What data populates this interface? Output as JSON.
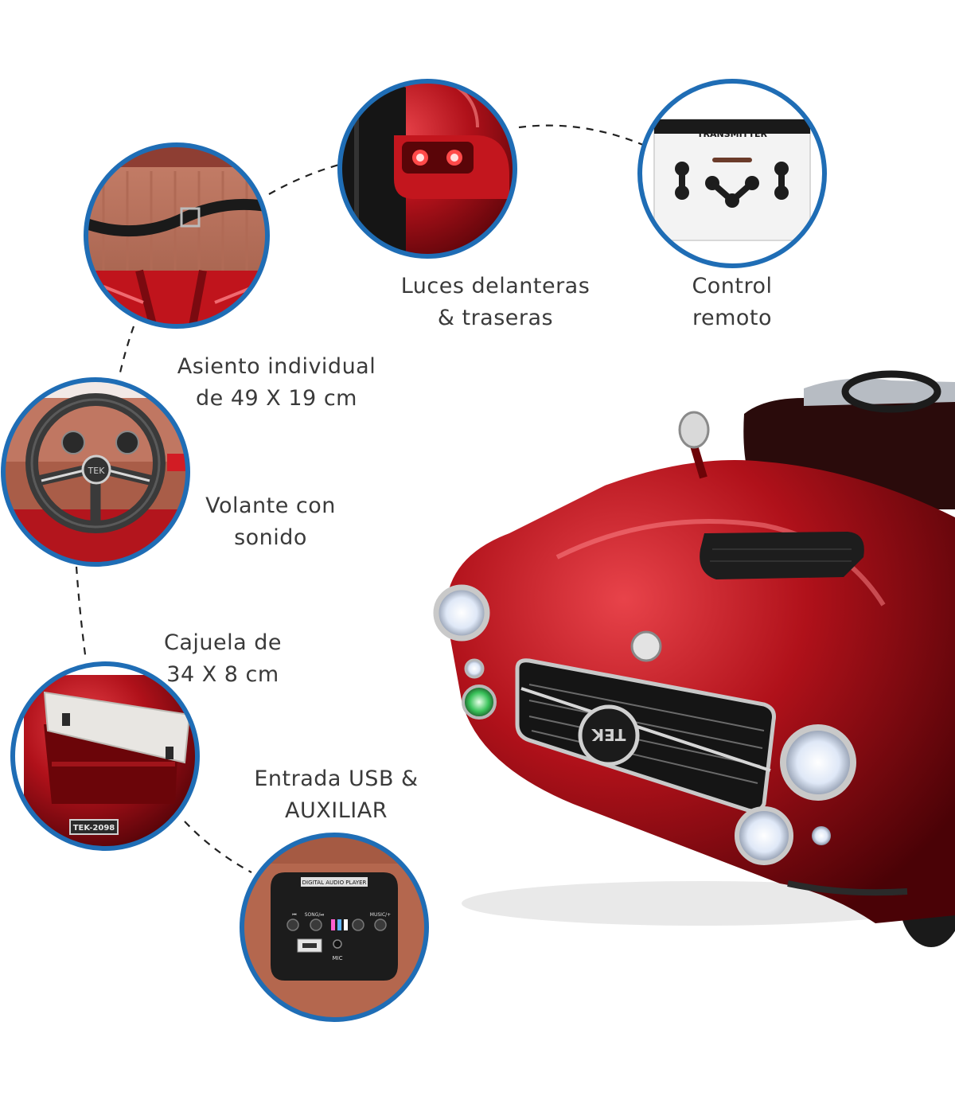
{
  "features": [
    {
      "id": "lights",
      "line1": "Luces delanteras",
      "line2": "& traseras"
    },
    {
      "id": "remote",
      "line1": "Control",
      "line2": "remoto"
    },
    {
      "id": "seat",
      "line1": "Asiento individual",
      "line2": "de 49 X 19 cm"
    },
    {
      "id": "wheel",
      "line1": "Volante con",
      "line2": "sonido"
    },
    {
      "id": "trunk",
      "line1": "Cajuela de",
      "line2": "34 X 8 cm"
    },
    {
      "id": "usb",
      "line1": "Entrada USB &",
      "line2": "AUXILIAR"
    }
  ],
  "photo_text": {
    "transmitter": "TRANSMITTER",
    "badge": "TEK",
    "plate": "TEK-2098",
    "player_title": "DIGITAL AUDIO PLAYER",
    "song_label": "SONG/⏯",
    "music_label": "MUSIC/+",
    "mic_label": "MIC"
  },
  "colors": {
    "ring": "#1f6db5",
    "car_red": "#b0111a",
    "text": "#3a3a3a"
  }
}
